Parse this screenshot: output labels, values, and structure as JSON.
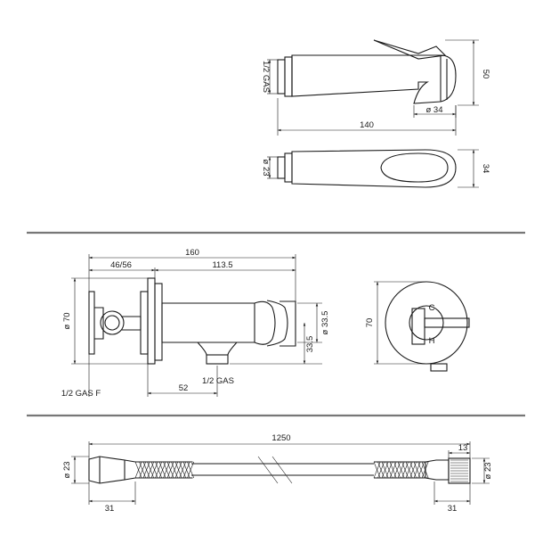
{
  "handshower_side": {
    "thread_label": "1/2 GAS",
    "height_label": "50",
    "length_label": "140",
    "diameter_label": "ø 34"
  },
  "handshower_top": {
    "diameter_label": "ø 23",
    "width_label": "34"
  },
  "valve_side": {
    "total_length_label": "160",
    "wall_depth_label": "46/56",
    "body_length_label": "113.5",
    "flange_diameter_label": "ø 70",
    "body_diameter_label": "ø 33.5",
    "axis_height_label": "33.5",
    "inlet_thread_label": "1/2 GAS F",
    "outlet_thread_label": "1/2 GAS",
    "outlet_offset_label": "52"
  },
  "valve_front": {
    "height_label": "70",
    "hot_mark": "C",
    "cold_mark": "H"
  },
  "hose": {
    "length_label": "1250",
    "nut_length_label": "13",
    "left_diameter_label": "ø 23",
    "right_diameter_label": "ø 23",
    "left_end_label": "31",
    "right_end_label": "31"
  },
  "colors": {
    "line": "#1a1a1a",
    "separator": "#777777",
    "background": "#ffffff"
  }
}
